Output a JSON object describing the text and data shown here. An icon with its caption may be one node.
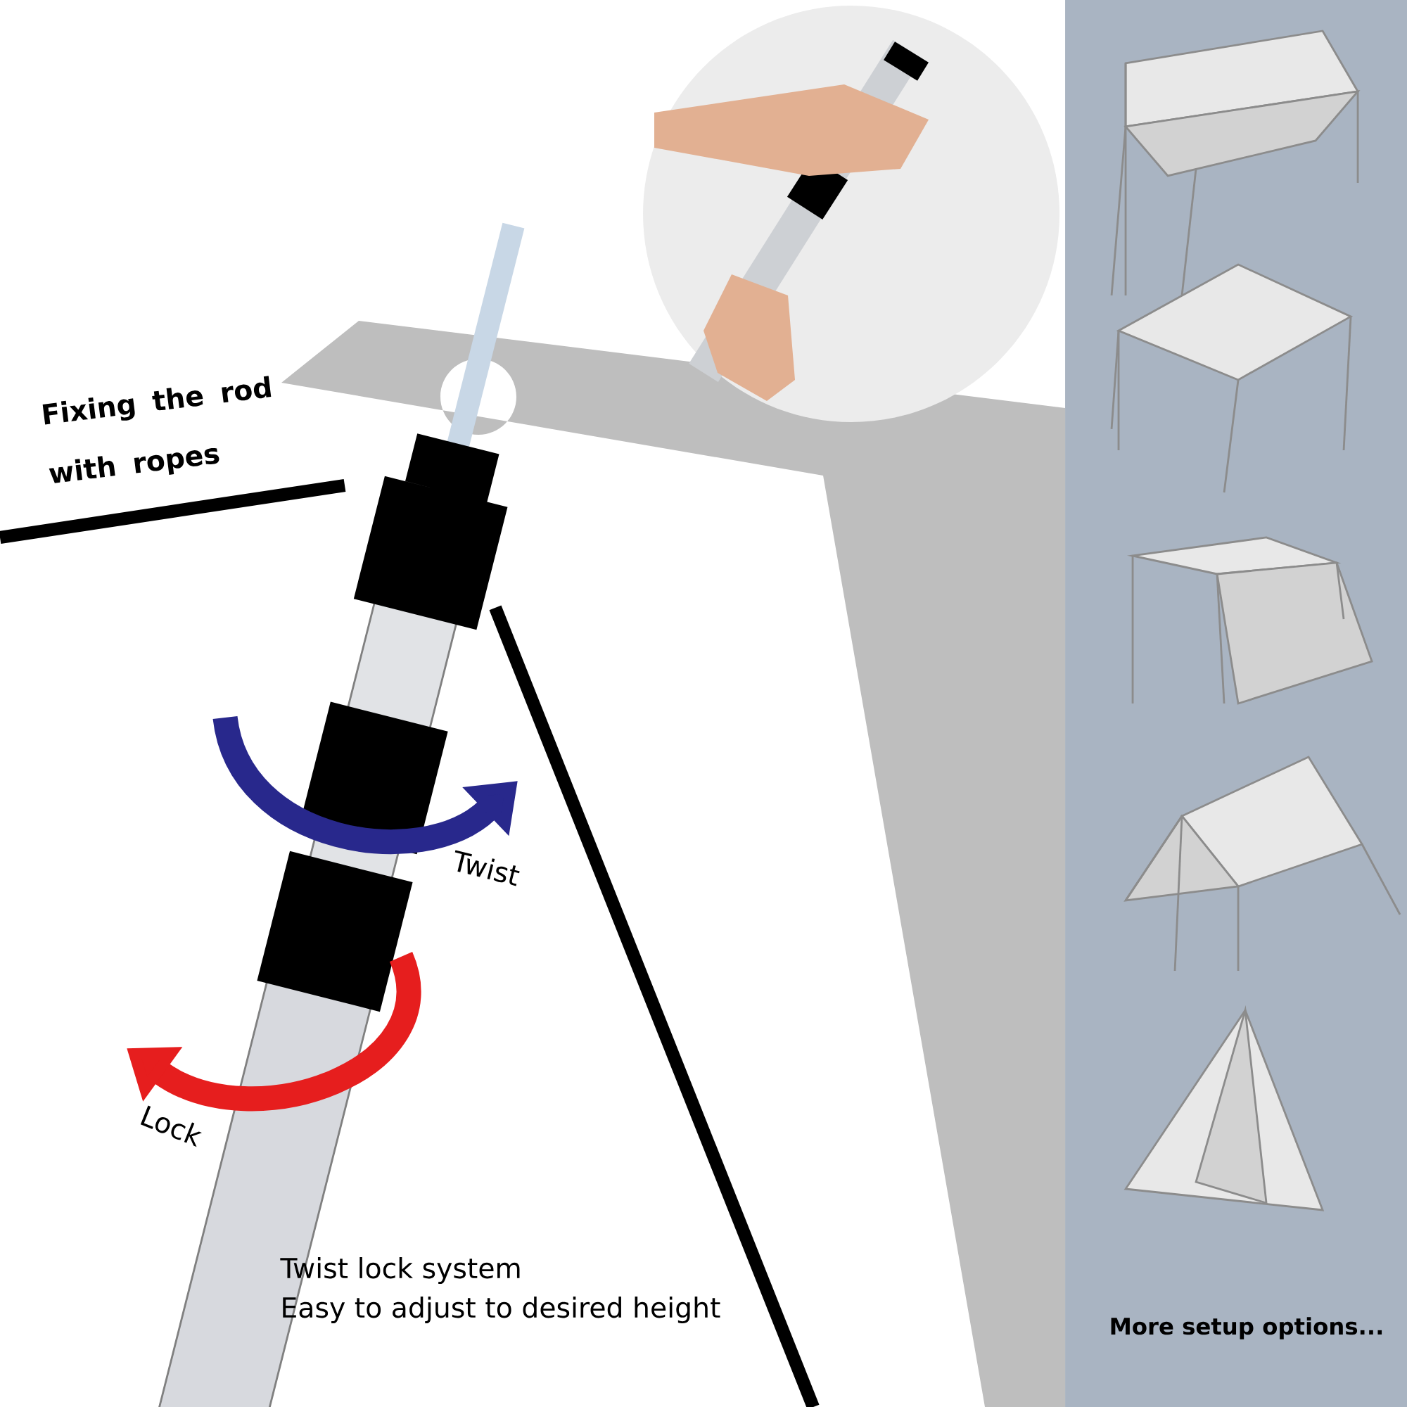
{
  "diagram": {
    "labels": [
      "Fixing the rod with ropes",
      "Twist",
      "Lock",
      "Twist lock system",
      "Easy to adjust to desired height",
      "More setup options..."
    ]
  }
}
